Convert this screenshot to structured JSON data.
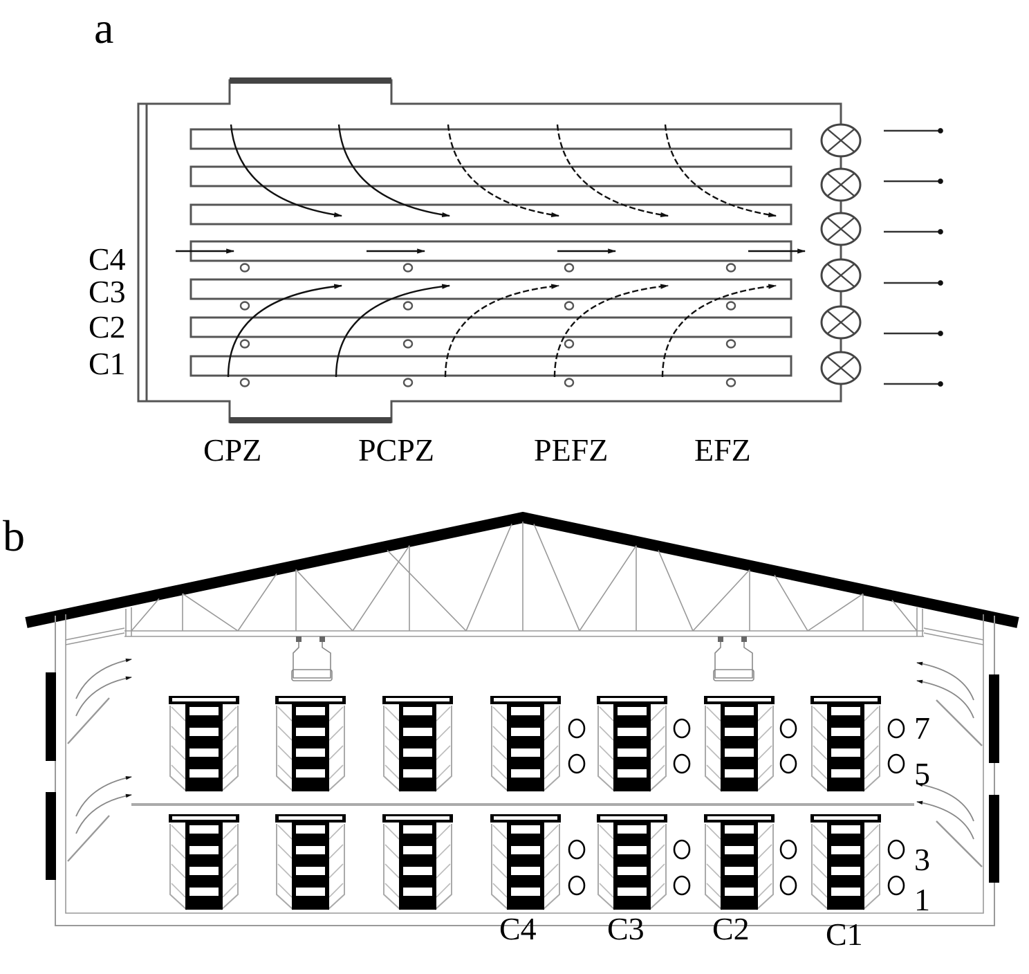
{
  "panels": {
    "a": {
      "label": "a",
      "row_labels": [
        "C4",
        "C3",
        "C2",
        "C1"
      ],
      "zone_labels": [
        "CPZ",
        "PCPZ",
        "PEFZ",
        "EFZ"
      ],
      "cage_rows": 7,
      "fans": 6,
      "exhaust_arrows": 6,
      "airflow_curves_upper": 5,
      "airflow_curves_lower": 5,
      "straight_arrows_c4": 4,
      "sensors_per_zone": 4,
      "sensor_zones": 4
    },
    "b": {
      "label": "b",
      "cage_columns": 7,
      "cage_tiers": 2,
      "column_labels": [
        "C4",
        "C3",
        "C2",
        "C1"
      ],
      "height_labels": [
        "7",
        "5",
        "3",
        "1"
      ],
      "lamps": 2,
      "side_inlets_per_wall": 2
    }
  },
  "colors": {
    "ink": "#000000",
    "line": "#555555",
    "light_line": "#999999",
    "background": "#ffffff"
  }
}
